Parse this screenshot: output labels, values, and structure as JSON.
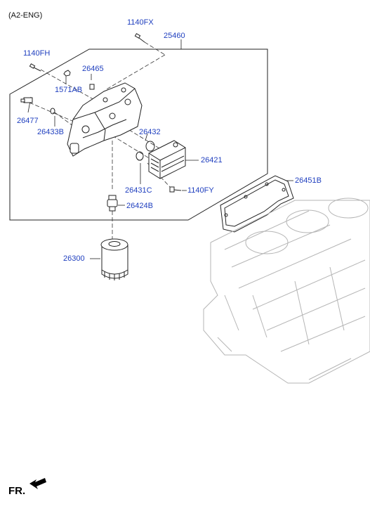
{
  "engine_code": "(A2-ENG)",
  "direction_label": "FR.",
  "parts": {
    "p1140FX": "1140FX",
    "p25460": "25460",
    "p1140FH": "1140FH",
    "p26465": "26465",
    "p1571AB": "1571AB",
    "p26477": "26477",
    "p26433B": "26433B",
    "p26432": "26432",
    "p26421": "26421",
    "p26431C": "26431C",
    "p1140FY": "1140FY",
    "p26451B": "26451B",
    "p26424B": "26424B",
    "p26300": "26300"
  },
  "colors": {
    "label_blue": "#1f3fbf",
    "line": "#222222",
    "engine_line": "#b5b5b5"
  },
  "icons": {
    "direction": "arrow-icon"
  }
}
